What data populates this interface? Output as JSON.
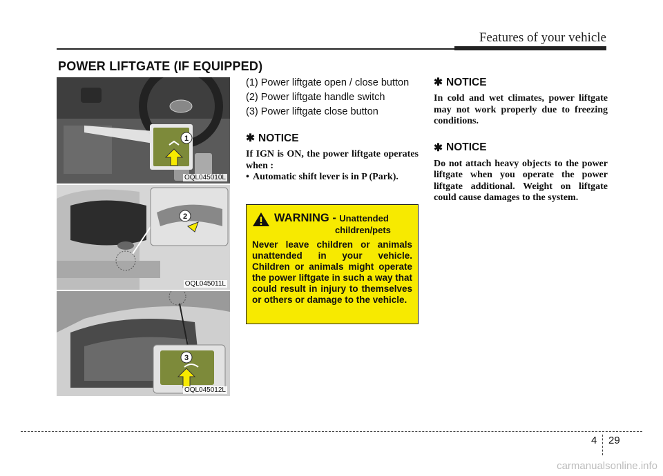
{
  "header": {
    "title": "Features of your vehicle"
  },
  "section_title": "POWER LIFTGATE (IF EQUIPPED)",
  "photos": [
    {
      "code": "OQL045010L",
      "callout": "1"
    },
    {
      "code": "OQL045011L",
      "callout": "2"
    },
    {
      "code": "OQL045012L",
      "callout": "3"
    }
  ],
  "list": [
    "(1) Power liftgate open / close button",
    "(2) Power liftgate handle switch",
    "(3) Power liftgate close button"
  ],
  "notice1": {
    "title": "NOTICE",
    "body": "If IGN is ON, the power liftgate operates when :",
    "bullet": "Automatic shift lever is in P (Park)."
  },
  "warning": {
    "title": "WARNING -",
    "subtitle_line1": "Unattended",
    "subtitle_line2": "children/pets",
    "body": "Never leave children or animals unattended in your vehicle. Children or animals might operate the power liftgate in such a way that could result in injury to themselves or others or damage to the vehicle."
  },
  "notice2": {
    "title": "NOTICE",
    "body": "In cold and wet climates, power liftgate may not work properly due to freezing conditions."
  },
  "notice3": {
    "title": "NOTICE",
    "body": "Do not attach heavy objects to the power liftgate when you operate the power liftgate additional. Weight on liftgate could cause damages to the system."
  },
  "footer": {
    "chapter": "4",
    "page": "29"
  },
  "watermark": "carmanualsonline.info"
}
